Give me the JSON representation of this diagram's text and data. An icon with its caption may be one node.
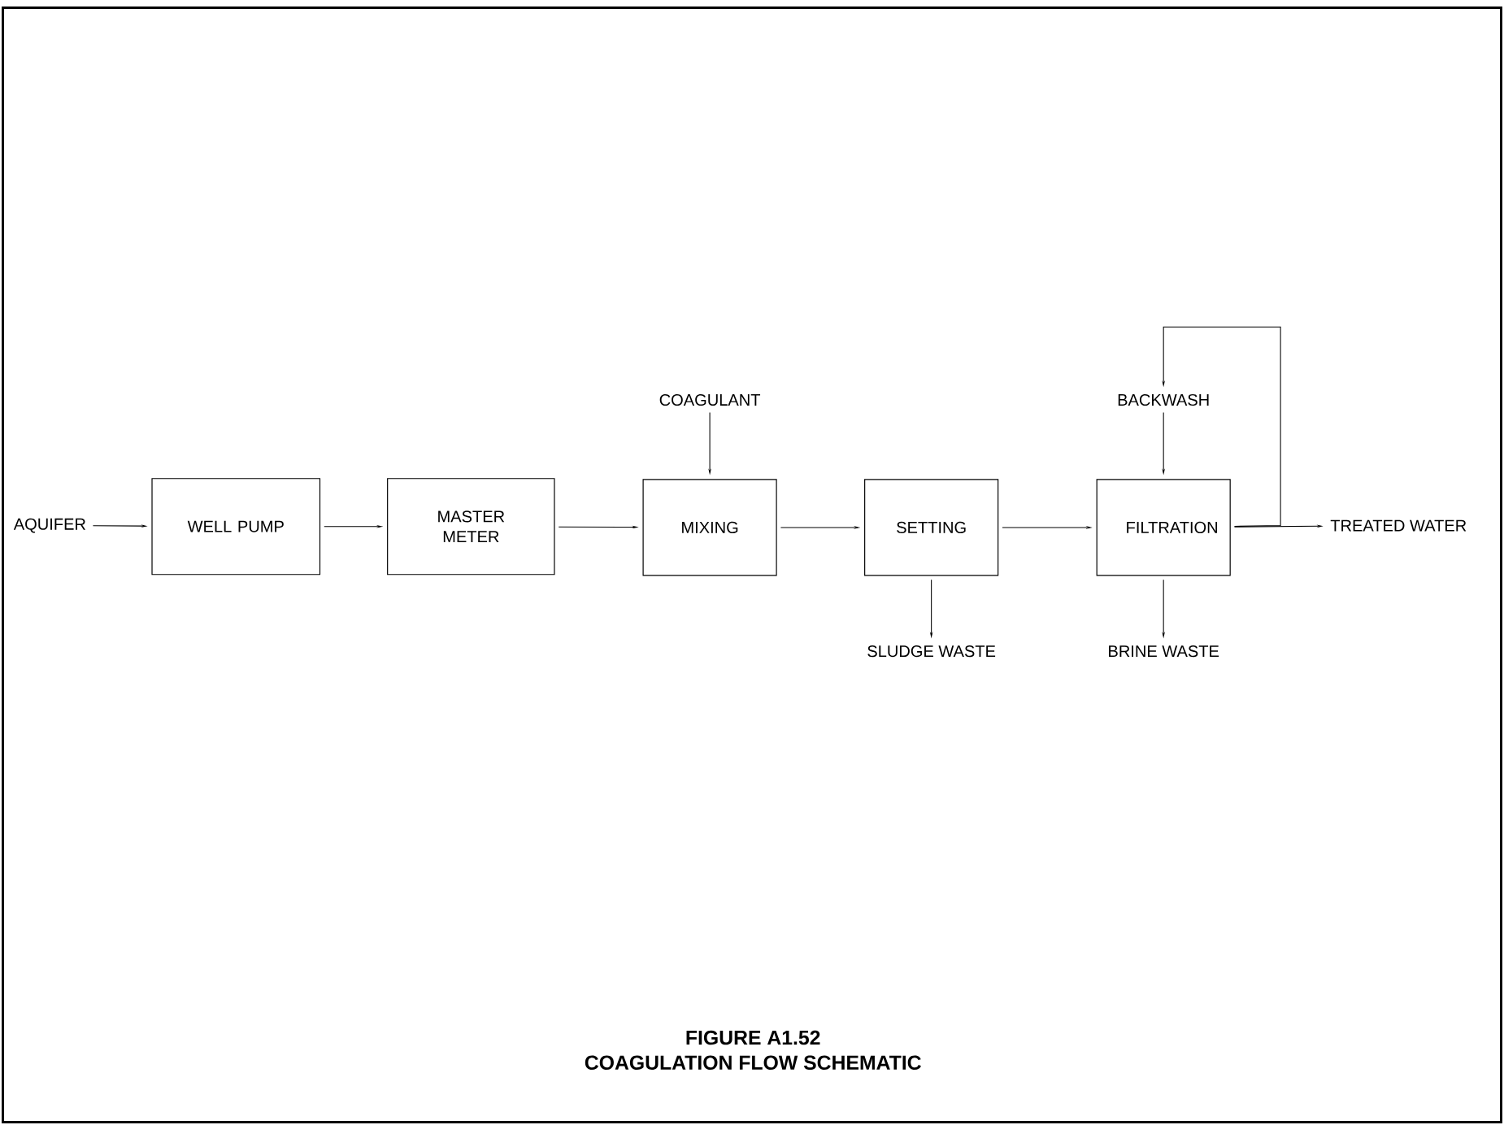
{
  "diagram": {
    "title": "FIGURE A1.52",
    "caption": "COAGULATION FLOW SCHEMATIC",
    "nodes": [
      {
        "text": [
          "AQUIFER"
        ]
      },
      {
        "text": [
          "WELL PUMP"
        ]
      },
      {
        "text": [
          "MASTER METER"
        ]
      },
      {
        "text": [
          "MIXING"
        ]
      },
      {
        "text": [
          "COAGULANT"
        ]
      },
      {
        "text": [
          "SETTING"
        ]
      },
      {
        "text": [
          "SLUDGE WASTE"
        ]
      },
      {
        "text": [
          "FILTRATION"
        ]
      },
      {
        "text": [
          "BACKWASH"
        ]
      },
      {
        "text": [
          "BRINE WASTE"
        ]
      },
      {
        "text": [
          "TREATED WATER"
        ]
      }
    ],
    "edges": [
      {
        "from": 0,
        "to": 1,
        "arrow": "to"
      },
      {
        "from": 1,
        "to": 2,
        "arrow": "to"
      },
      {
        "from": 2,
        "to": 3,
        "arrow": "to"
      },
      {
        "from": 4,
        "to": 3,
        "arrow": "to"
      },
      {
        "from": 3,
        "to": 5,
        "arrow": "to"
      },
      {
        "from": 5,
        "to": 6,
        "arrow": "to"
      },
      {
        "from": 5,
        "to": 7,
        "arrow": "to"
      },
      {
        "from": 8,
        "to": 7,
        "arrow": "to"
      },
      {
        "from": 7,
        "to": 9,
        "arrow": "to"
      },
      {
        "from": 7,
        "to": 10,
        "arrow": "to"
      },
      {
        "from": 7,
        "to": 8,
        "arrow": "to"
      }
    ]
  }
}
